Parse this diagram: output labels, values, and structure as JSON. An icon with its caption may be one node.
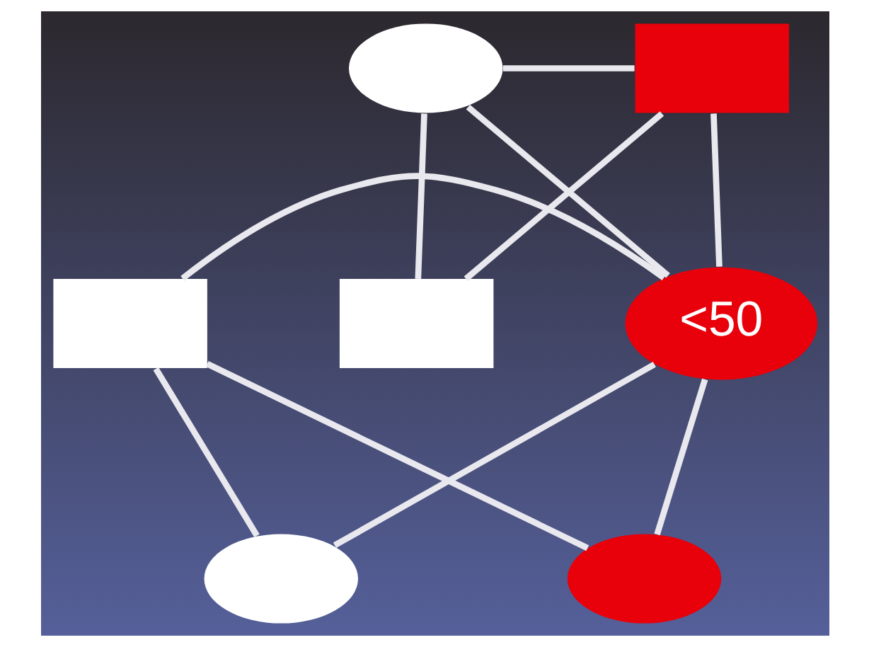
{
  "diagram": {
    "nodes": [
      {
        "text": [],
        "shape": "ellipse"
      },
      {
        "text": [],
        "shape": "box"
      },
      {
        "text": [],
        "shape": "box"
      },
      {
        "text": [
          "<50"
        ]
      },
      {
        "text": [],
        "shape": "box"
      },
      {
        "text": [],
        "shape": "ellipse"
      },
      {
        "text": [],
        "shape": "ellipse"
      }
    ],
    "edges": [
      {
        "from": 0,
        "to": 1,
        "arrow": "none"
      },
      {
        "from": 0,
        "to": 3,
        "arrow": "none"
      },
      {
        "from": 1,
        "to": 3,
        "arrow": "none"
      },
      {
        "from": 0,
        "to": 4,
        "arrow": "none"
      },
      {
        "from": 1,
        "to": 4,
        "arrow": "none"
      },
      {
        "from": 2,
        "to": 3,
        "arrow": "none"
      },
      {
        "from": 2,
        "to": 5,
        "arrow": "none"
      },
      {
        "from": 3,
        "to": 5,
        "arrow": "none"
      },
      {
        "from": 2,
        "to": 6,
        "arrow": "none"
      },
      {
        "from": 3,
        "to": 6,
        "arrow": "none"
      }
    ]
  }
}
